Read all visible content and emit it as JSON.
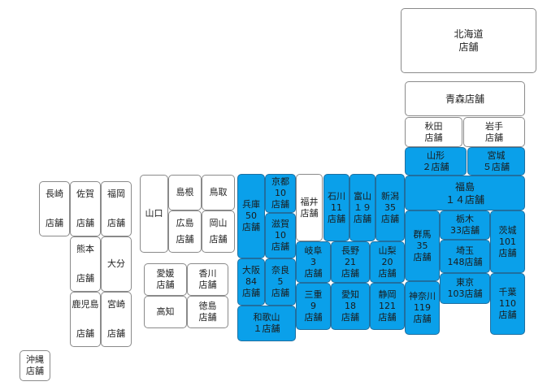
{
  "colors": {
    "filled": "#0aa0ea",
    "empty": "#ffffff",
    "border": "#8a8a8a"
  },
  "prefectures": {
    "hokkaido": [
      "北海道",
      "店舗"
    ],
    "aomori": [
      "青森店舗"
    ],
    "akita": [
      "秋田",
      "店舗"
    ],
    "iwate": [
      "岩手",
      "店舗"
    ],
    "yamagata": [
      "山形",
      "２店舗"
    ],
    "miyagi": [
      "宮城",
      "５店舗"
    ],
    "fukushima": [
      "福島",
      "１４店舗"
    ],
    "niigata": [
      "新潟",
      "35",
      "店舗"
    ],
    "toyama": [
      "富山",
      "１９",
      "店舗"
    ],
    "ishikawa": [
      "石川",
      "11",
      "店舗"
    ],
    "fukui": [
      "福井",
      "店舗"
    ],
    "kyoto": [
      "京都",
      "10",
      "店舗"
    ],
    "shiga": [
      "滋賀",
      "10",
      "店舗"
    ],
    "hyogo": [
      "兵庫",
      "50",
      "店舗"
    ],
    "osaka": [
      "大阪",
      "84",
      "店舗"
    ],
    "nara": [
      "奈良",
      "5",
      "店舗"
    ],
    "wakayama": [
      "和歌山",
      "１店舗"
    ],
    "gifu": [
      "岐阜",
      "3",
      "店舗"
    ],
    "nagano": [
      "長野",
      "21",
      "店舗"
    ],
    "yamanashi": [
      "山梨",
      "20",
      "店舗"
    ],
    "mie": [
      "三重",
      "9",
      "店舗"
    ],
    "aichi": [
      "愛知",
      "18",
      "店舗"
    ],
    "shizuoka": [
      "静岡",
      "121",
      "店舗"
    ],
    "gunma": [
      "群馬",
      "35",
      "店舗"
    ],
    "tochigi": [
      "栃木",
      "33店舗"
    ],
    "ibaraki": [
      "茨城",
      "101",
      "店舗"
    ],
    "saitama": [
      "埼玉",
      "148店舗"
    ],
    "kanagawa": [
      "神奈川",
      "119",
      "店舗"
    ],
    "tokyo": [
      "東京",
      "103店舗"
    ],
    "chiba": [
      "千葉",
      "110",
      "店舗"
    ],
    "yamaguchi": [
      "山口"
    ],
    "shimane": [
      "島根"
    ],
    "tottori": [
      "鳥取"
    ],
    "hiroshima": [
      "広島",
      "店舗"
    ],
    "okayama": [
      "岡山",
      "店舗"
    ],
    "ehime": [
      "愛媛",
      "店舗"
    ],
    "kagawa": [
      "香川",
      "店舗"
    ],
    "kochi": [
      "高知"
    ],
    "tokushima": [
      "徳島",
      "店舗"
    ],
    "nagasaki": [
      "長崎",
      "店舗"
    ],
    "saga": [
      "佐賀",
      "店舗"
    ],
    "fukuoka": [
      "福岡",
      "店舗"
    ],
    "kumamoto": [
      "熊本",
      "店舗"
    ],
    "oita": [
      "大分"
    ],
    "kagoshima": [
      "鹿児島",
      "店舗"
    ],
    "miyazaki": [
      "宮崎",
      "店舗"
    ],
    "okinawa": [
      "沖縄",
      "店舗"
    ]
  }
}
